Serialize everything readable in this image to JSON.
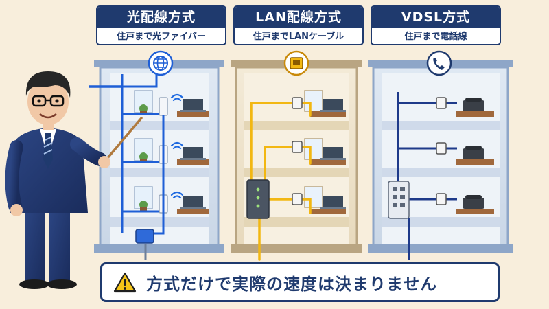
{
  "methods": [
    {
      "title": "光配線方式",
      "subtitle": "住戸まで光ファイバー",
      "icon": "globe-icon",
      "wire_color": "#1f5fd6"
    },
    {
      "title": "LAN配線方式",
      "subtitle": "住戸までLANケーブル",
      "icon": "ethernet-port-icon",
      "wire_color": "#f2b712"
    },
    {
      "title": "VDSL方式",
      "subtitle": "住戸まで電話線",
      "icon": "telephone-icon",
      "wire_color": "#1e3a8a"
    }
  ],
  "banner": {
    "icon": "warning-icon",
    "text": "方式だけで実際の速度は決まりません"
  },
  "colors": {
    "navy": "#1f3a6e",
    "background": "#f8eedc",
    "warning": "#f5c518"
  }
}
